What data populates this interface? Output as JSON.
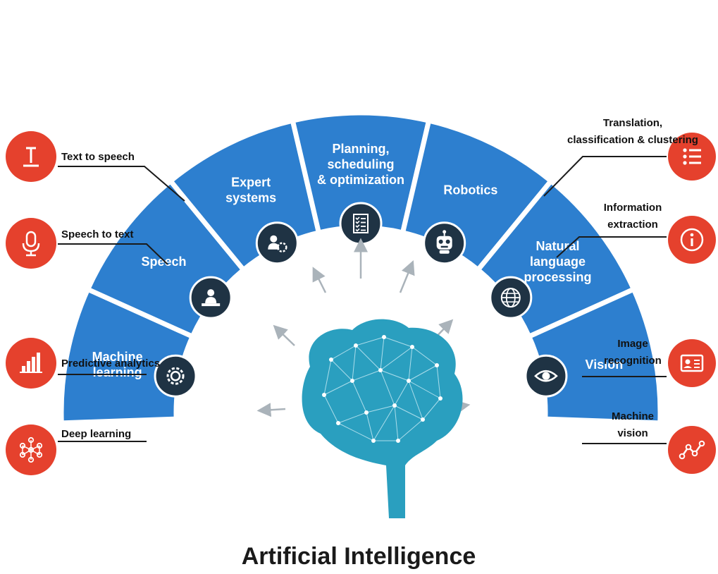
{
  "title": "Artificial Intelligence",
  "colors": {
    "segment_blue": "#2d7fcf",
    "segment_border": "#ffffff",
    "node_navy": "#1f3344",
    "callout_red": "#e5412d",
    "brain_teal": "#2a9fbf",
    "arrow_gray": "#aab3ba"
  },
  "segments": [
    {
      "id": "machine-learning",
      "label": [
        "Machine",
        "learning"
      ],
      "icon": "gear-icon"
    },
    {
      "id": "speech",
      "label": [
        "Speech"
      ],
      "icon": "speaker-person-icon"
    },
    {
      "id": "expert-systems",
      "label": [
        "Expert",
        "systems"
      ],
      "icon": "person-gear-icon"
    },
    {
      "id": "planning",
      "label": [
        "Planning,",
        "scheduling",
        "& optimization"
      ],
      "icon": "checklist-icon"
    },
    {
      "id": "robotics",
      "label": [
        "Robotics"
      ],
      "icon": "robot-icon"
    },
    {
      "id": "nlp",
      "label": [
        "Natural",
        "language",
        "processing"
      ],
      "icon": "globe-icon"
    },
    {
      "id": "vision",
      "label": [
        "Vision"
      ],
      "icon": "eye-icon"
    }
  ],
  "callouts_left": [
    {
      "id": "text-to-speech",
      "label": [
        "Text to speech"
      ],
      "icon": "text-cursor-icon"
    },
    {
      "id": "speech-to-text",
      "label": [
        "Speech to text"
      ],
      "icon": "microphone-icon"
    },
    {
      "id": "predictive-analytics",
      "label": [
        "Predictive analytics"
      ],
      "icon": "bar-chart-icon"
    },
    {
      "id": "deep-learning",
      "label": [
        "Deep learning"
      ],
      "icon": "neural-network-icon"
    }
  ],
  "callouts_right": [
    {
      "id": "translation",
      "label": [
        "Translation,",
        "classification & clustering"
      ],
      "icon": "list-icon"
    },
    {
      "id": "information-extraction",
      "label": [
        "Information",
        "extraction"
      ],
      "icon": "info-icon"
    },
    {
      "id": "image-recognition",
      "label": [
        "Image",
        "recognition"
      ],
      "icon": "id-card-icon"
    },
    {
      "id": "machine-vision",
      "label": [
        "Machine",
        "vision"
      ],
      "icon": "line-graph-icon"
    }
  ],
  "brain_icon": "brain-network-icon"
}
